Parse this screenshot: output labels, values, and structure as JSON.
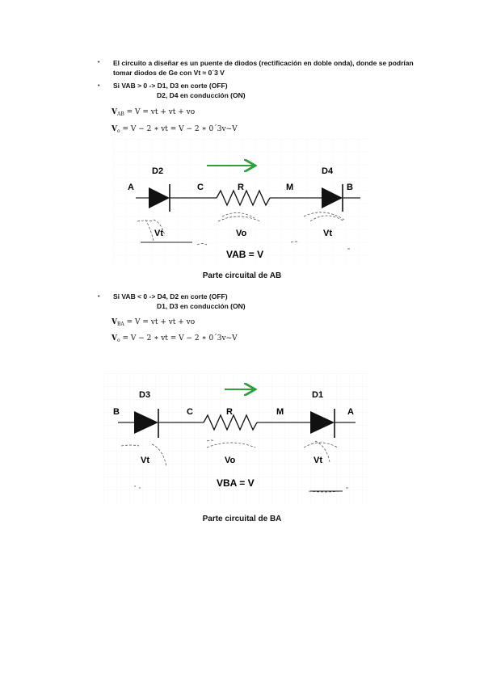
{
  "intro": {
    "line1": "El circuito a diseñar es un puente de diodos (rectificación en doble onda), donde se podrían",
    "line2": "tomar diodos de Ge con Vt ≈ 0´3 V"
  },
  "case_ab": {
    "condition": "Si VAB > 0 -> D1, D3 en corte (OFF)",
    "condition2": "D2, D4 en conducción (ON)",
    "eq1_v": "V",
    "eq1_sub": "AB",
    "eq1_rest": " = V = vt + vt + vo",
    "eq2_v": "V",
    "eq2_sub": "o",
    "eq2_rest": " = V − 2 ∗ vt = V − 2 ∗ 0´3v~V",
    "diagram": {
      "left_node": "A",
      "right_node": "B",
      "diode_left": "D2",
      "diode_right": "D4",
      "node_c": "C",
      "resistor": "R",
      "node_m": "M",
      "vt_left": "Vt",
      "vo": "Vo",
      "vt_right": "Vt",
      "voltage_label": "VAB = V",
      "arrow_color": "#2e9e3e"
    },
    "caption": "Parte circuital de AB"
  },
  "case_ba": {
    "condition": "Si VAB < 0 -> D4, D2 en corte (OFF)",
    "condition2": "D1, D3 en conducción (ON)",
    "eq1_v": "V",
    "eq1_sub": "BA",
    "eq1_rest": " = V = vt + vt + vo",
    "eq2_v": "V",
    "eq2_sub": "o",
    "eq2_rest": " = V − 2 ∗ vt = V − 2 ∗ 0´3v~V",
    "diagram": {
      "left_node": "B",
      "right_node": "A",
      "diode_left": "D3",
      "diode_right": "D1",
      "node_c": "C",
      "resistor": "R",
      "node_m": "M",
      "vt_left": "Vt",
      "vo": "Vo",
      "vt_right": "Vt",
      "voltage_label": "VBA = V",
      "arrow_color": "#2e9e3e"
    },
    "caption": "Parte circuital de BA"
  }
}
